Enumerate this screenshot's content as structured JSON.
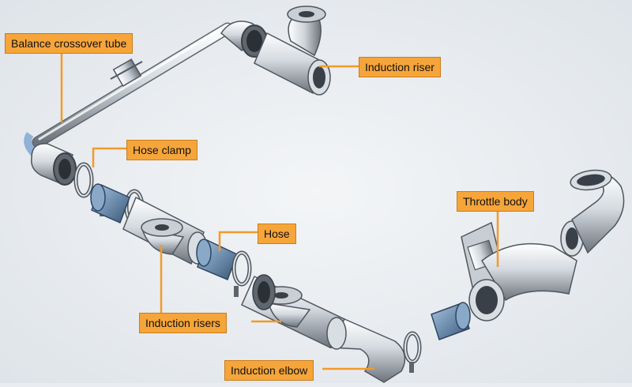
{
  "colors": {
    "background": "#e9edf1",
    "callout_fill": "#f6a53a",
    "leader_line": "#f39a2a",
    "metal": "#d5dbe1",
    "hose": "#6f8fb0"
  },
  "labels": {
    "balance_crossover_tube": "Balance crossover tube",
    "induction_riser": "Induction riser",
    "hose_clamp": "Hose clamp",
    "throttle_body": "Throttle body",
    "hose": "Hose",
    "induction_risers": "Induction risers",
    "induction_elbow": "Induction elbow"
  }
}
